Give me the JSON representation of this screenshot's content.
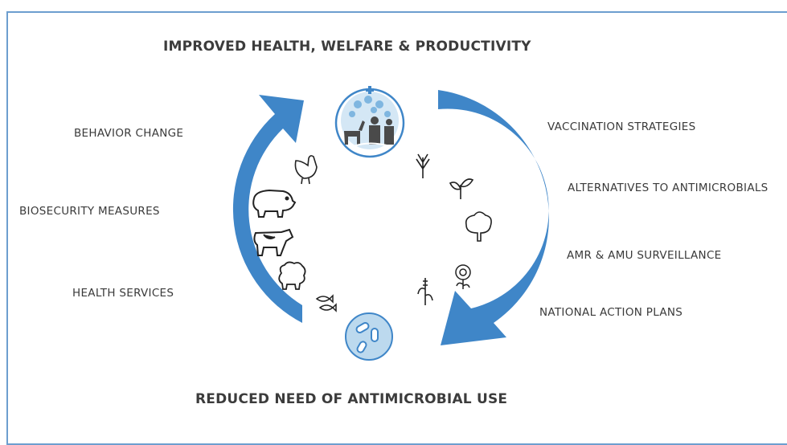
{
  "diagram": {
    "top_title": "IMPROVED HEALTH, WELFARE & PRODUCTIVITY",
    "bottom_title": "REDUCED NEED OF ANTIMICROBIAL USE",
    "left_labels": [
      "BEHAVIOR CHANGE",
      "BIOSECURITY MEASURES",
      "HEALTH SERVICES"
    ],
    "right_labels": [
      "VACCINATION STRATEGIES",
      "ALTERNATIVES TO ANTIMICROBIALS",
      "AMR & AMU SURVEILLANCE",
      "NATIONAL ACTION PLANS"
    ],
    "icons": {
      "top": "one-health-people-animals-icon",
      "bottom": "pills-icon",
      "animals": [
        "chicken-icon",
        "pig-icon",
        "cow-icon",
        "sheep-icon",
        "fish-icon"
      ],
      "plants": [
        "wheat-icon",
        "seedling-icon",
        "tree-icon",
        "sunflower-icon",
        "corn-icon"
      ]
    },
    "colors": {
      "arrow": "#3f86c8",
      "frame": "#6d9ecf",
      "circle_fill": "#bcd9ee",
      "text": "#3a3a3a"
    }
  }
}
